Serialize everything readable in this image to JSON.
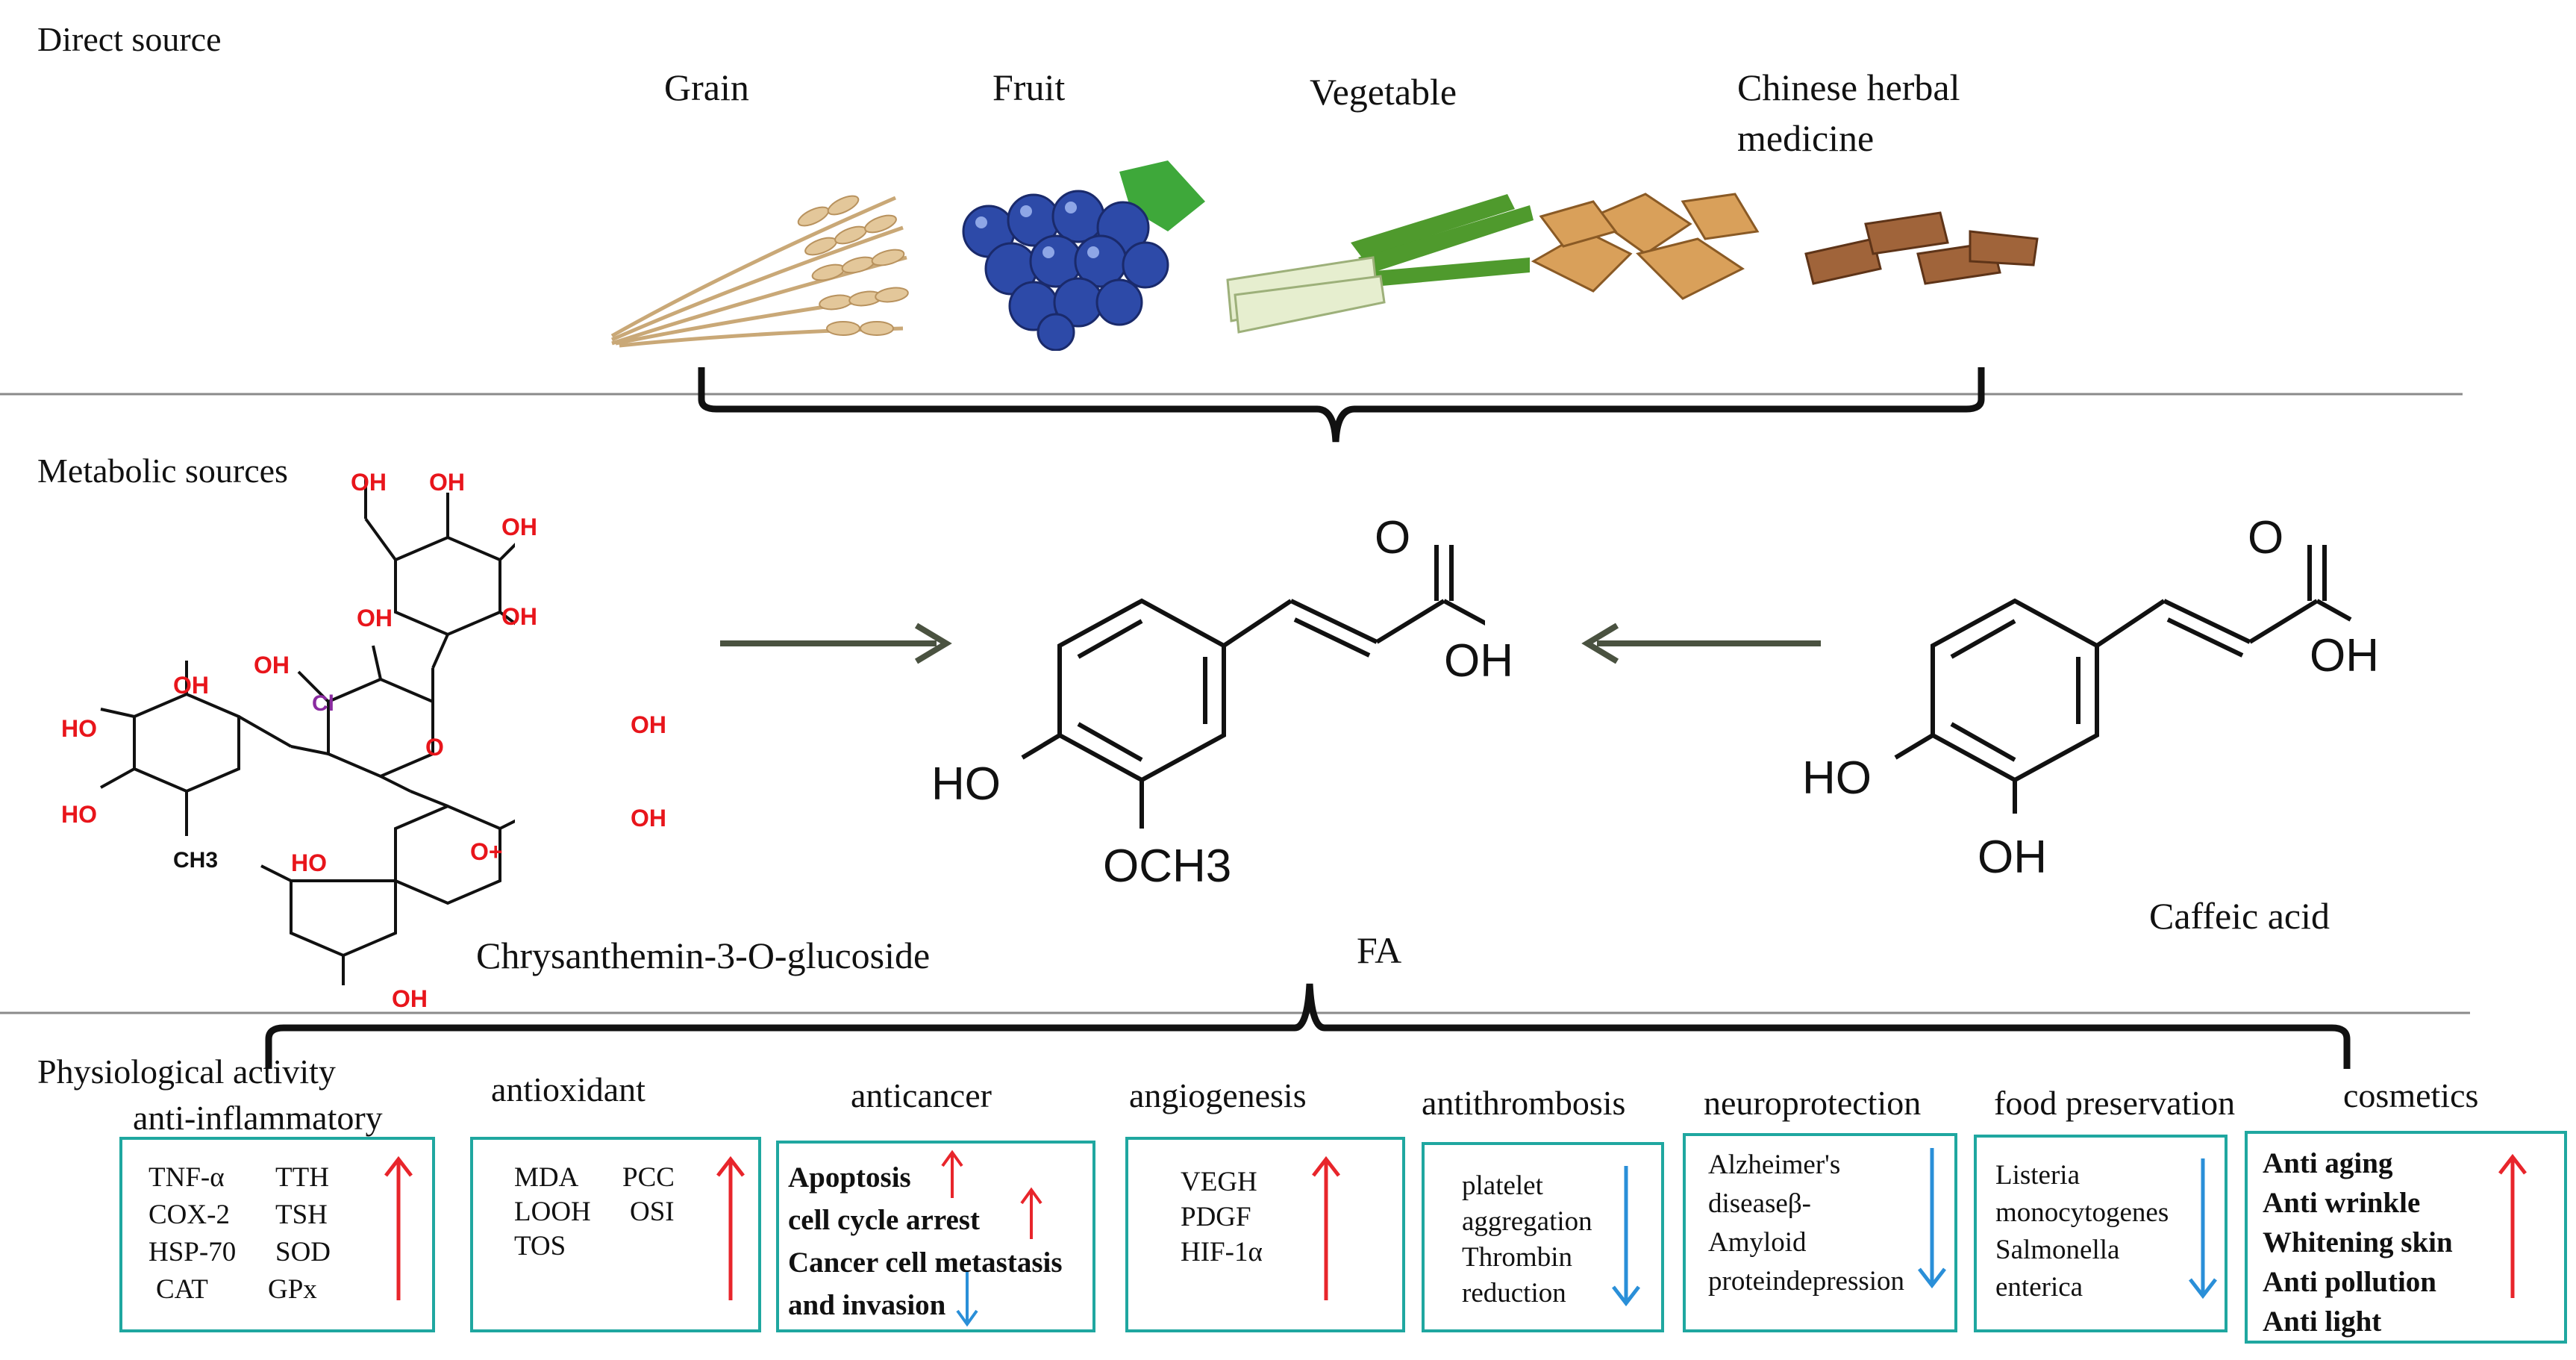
{
  "sections": {
    "direct": "Direct  source",
    "metabolic": "Metabolic  sources",
    "physiological": "Physiological  activity"
  },
  "direct_sources": {
    "grain": "Grain",
    "fruit": "Fruit",
    "vegetable": "Vegetable",
    "herbal_line1": "Chinese  herbal",
    "herbal_line2": "medicine"
  },
  "compounds": {
    "chrysanthemin": "Chrysanthemin-3-O-glucoside",
    "fa": "FA",
    "caffeic": "Caffeic  acid"
  },
  "chem_labels": {
    "oh": "OH",
    "ho": "HO",
    "o": "O",
    "och3": "OCH3",
    "ch3": "CH3",
    "o_plus": "O+",
    "cl": "Cl"
  },
  "activities": [
    {
      "label": "anti-inflammatory",
      "arrow": "up",
      "lines": [
        "TNF-α",
        "COX-2",
        "HSP-70",
        "CAT"
      ],
      "lines2": [
        "TTH",
        "TSH",
        "SOD",
        "GPx"
      ]
    },
    {
      "label": "antioxidant",
      "arrow": "up",
      "lines": [
        "MDA",
        "LOOH",
        "TOS"
      ],
      "lines2": [
        "PCC",
        "OSI"
      ]
    },
    {
      "label": "anticancer",
      "arrow": "up",
      "lines": [
        "Apoptosis",
        "cell cycle arrest",
        "Cancer cell metastasis",
        "and invasion"
      ]
    },
    {
      "label": "angiogenesis",
      "arrow": "up",
      "lines": [
        "VEGH",
        "PDGF",
        "HIF-1α"
      ]
    },
    {
      "label": "antithrombosis",
      "arrow": "down",
      "lines": [
        "platelet",
        "aggregation",
        "Thrombin",
        "reduction"
      ]
    },
    {
      "label": "neuroprotection",
      "arrow": "down",
      "lines": [
        "Alzheimer's",
        "diseaseβ-",
        "Amyloid",
        "proteindepression"
      ]
    },
    {
      "label": "food preservation",
      "arrow": "down",
      "lines": [
        "Listeria",
        "monocytogenes",
        "Salmonella",
        "enterica"
      ]
    },
    {
      "label": "cosmetics",
      "arrow": "up",
      "lines": [
        "Anti aging",
        "Anti wrinkle",
        "Whitening skin",
        "Anti pollution",
        "Anti light"
      ]
    }
  ],
  "colors": {
    "up_arrow": "#e8252b",
    "down_arrow": "#2a8fd8",
    "box_border": "#1fa7a0",
    "flow_arrow": "#4a5240",
    "chem_red": "#e8151b",
    "divider": "#8a8a8a"
  }
}
